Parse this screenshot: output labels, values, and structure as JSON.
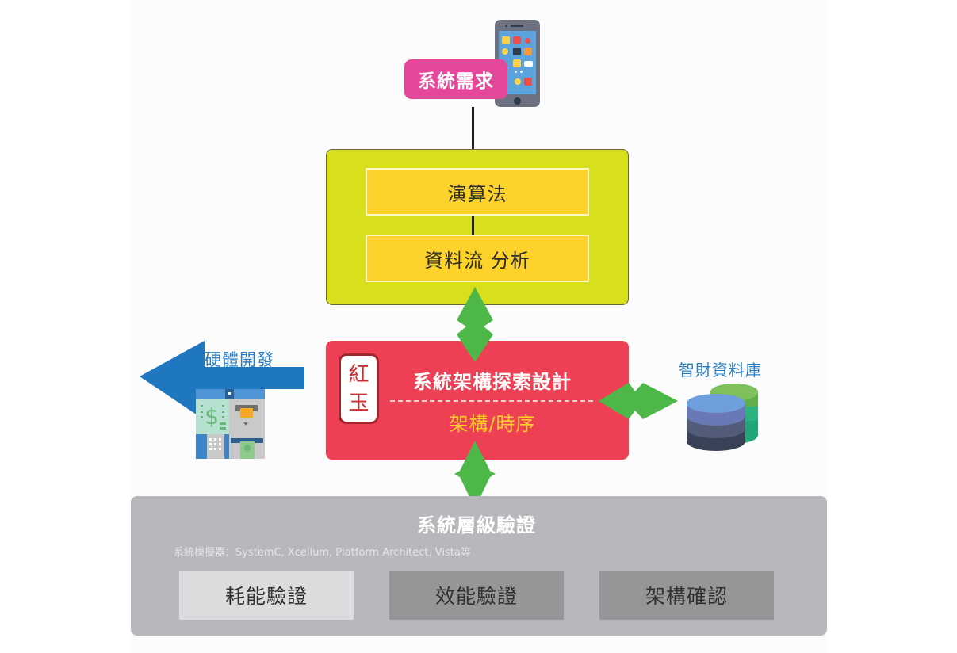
{
  "diagram": {
    "requirement": {
      "label": "系統需求",
      "icon": "smartphone-icon"
    },
    "algorithm_block": {
      "items": [
        {
          "label": "演算法"
        },
        {
          "label": "資料流 分析"
        }
      ]
    },
    "architecture_block": {
      "seal": {
        "chars": [
          "紅",
          "玉"
        ]
      },
      "title": "系統架構探索設計",
      "subtitle": "架構/時序"
    },
    "hardware": {
      "label": "硬體開發",
      "icon": "atm-machine-icon"
    },
    "ip_database": {
      "label": "智財資料庫",
      "icon": "database-icon"
    },
    "verification": {
      "title": "系統層級驗證",
      "subtitle": "系統模擬器：SystemC, Xcelium, Platform Architect,  Vista等",
      "items": [
        {
          "label": "耗能驗證"
        },
        {
          "label": "效能驗證"
        },
        {
          "label": "架構確認"
        }
      ]
    },
    "colors": {
      "requirement": "#e5489b",
      "algorithm_box": "#d8df1d",
      "algorithm_item": "#fdd22b",
      "architecture_box": "#ee4055",
      "architecture_sub": "#fbd02a",
      "arrow_green": "#4db848",
      "hardware_blue": "#1f77c0",
      "verification_box": "#b8b8bc",
      "verify_light": "#dcdcde",
      "verify_dark": "#969698"
    }
  }
}
